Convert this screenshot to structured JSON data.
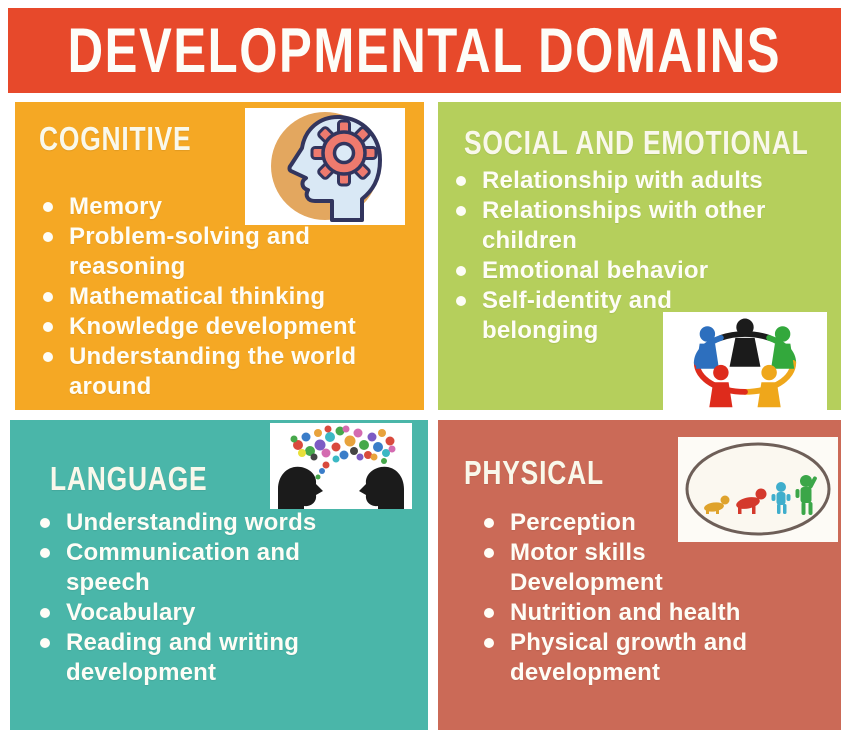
{
  "header": {
    "title": "DEVELOPMENTAL DOMAINS"
  },
  "panels": {
    "cognitive": {
      "title": "COGNITIVE",
      "icon": "head-gear-icon",
      "items": [
        "Memory",
        "Problem-solving and\nreasoning",
        "Mathematical thinking",
        "Knowledge development",
        "Understanding the world\naround"
      ]
    },
    "social": {
      "title": "SOCIAL AND EMOTIONAL",
      "icon": "children-holding-hands-icon",
      "items": [
        "Relationship with adults",
        "Relationships with other\nchildren",
        "Emotional behavior",
        "Self-identity and\nbelonging"
      ]
    },
    "language": {
      "title": "LANGUAGE",
      "icon": "talking-heads-word-cloud-icon",
      "items": [
        "Understanding words",
        "Communication and\nspeech",
        "Vocabulary",
        "Reading and writing\ndevelopment"
      ]
    },
    "physical": {
      "title": "PHYSICAL",
      "icon": "baby-growth-stages-icon",
      "items": [
        "Perception",
        "Motor skills\nDevelopment",
        "Nutrition and health",
        "Physical growth and\ndevelopment"
      ]
    }
  },
  "colors": {
    "header_bg": "#E7492B",
    "cognitive_bg": "#F5A824",
    "social_bg": "#B5CF5C",
    "language_bg": "#4AB6A9",
    "physical_bg": "#CB6A57",
    "text": "#FEFDF6"
  }
}
